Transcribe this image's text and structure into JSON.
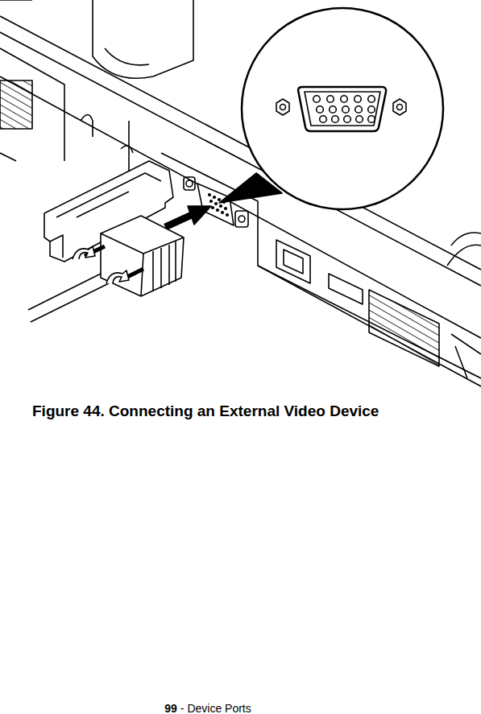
{
  "diagram": {
    "caption": "Figure 44.  Connecting an External Video Device",
    "labels": [
      "99",
      "- Device Ports"
    ]
  }
}
